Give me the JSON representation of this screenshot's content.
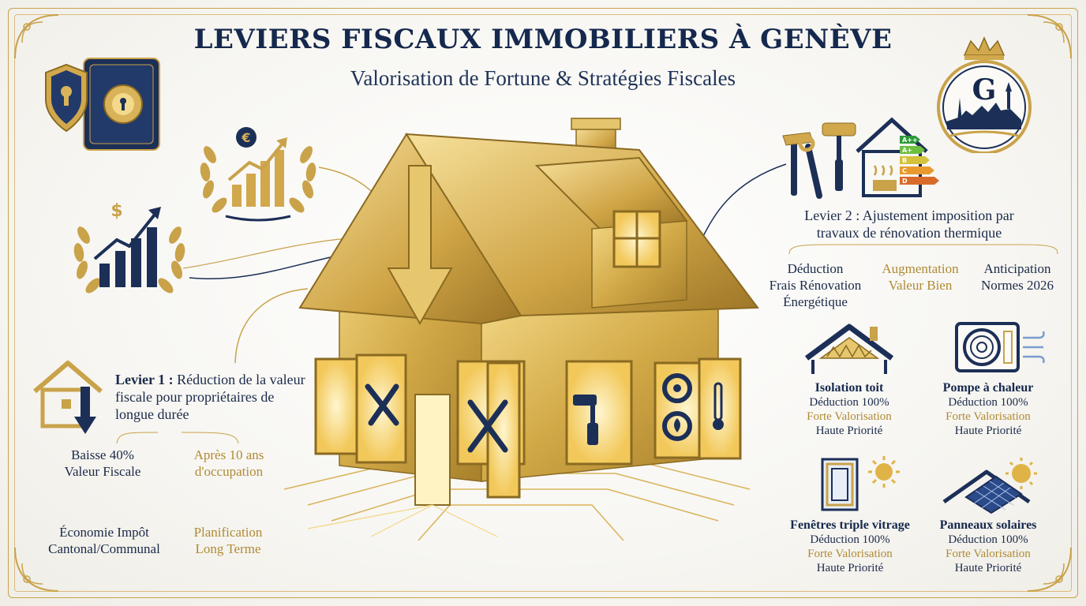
{
  "header": {
    "title": "LEVIERS FISCAUX IMMOBILIERS À GENÈVE",
    "subtitle": "Valorisation de Fortune & Stratégies Fiscales"
  },
  "logo": {
    "letter": "G"
  },
  "energy_label": {
    "grades": [
      "A++",
      "A+",
      "B",
      "C",
      "D"
    ]
  },
  "icons": {
    "euro_symbol": "€",
    "dollar_symbol": "$"
  },
  "levier1": {
    "title_bold": "Levier 1 :",
    "title_rest": "Réduction de la valeur fiscale pour propriétaires de longue durée",
    "points": [
      {
        "line1": "Baisse 40%",
        "line2": "Valeur Fiscale",
        "style": "navy"
      },
      {
        "line1": "Après 10 ans",
        "line2": "d'occupation",
        "style": "gold"
      },
      {
        "line1": "Économie Impôt",
        "line2": "Cantonal/Communal",
        "style": "navy"
      },
      {
        "line1": "Planification",
        "line2": "Long Terme",
        "style": "gold"
      }
    ]
  },
  "levier2": {
    "title_line1": "Levier 2 : Ajustement imposition par",
    "title_line2": "travaux de rénovation thermique",
    "points": [
      {
        "lines": [
          "Déduction",
          "Frais Rénovation",
          "Énergétique"
        ],
        "style": "navy"
      },
      {
        "lines": [
          "Augmentation",
          "Valeur Bien"
        ],
        "style": "gold"
      },
      {
        "lines": [
          "Anticipation",
          "Normes 2026"
        ],
        "style": "navy"
      }
    ]
  },
  "cards": [
    {
      "title": "Isolation toit",
      "deduction": "Déduction 100%",
      "valorisation": "Forte Valorisation",
      "priority": "Haute Priorité",
      "icon": "roof-insulation-icon"
    },
    {
      "title": "Pompe à chaleur",
      "deduction": "Déduction 100%",
      "valorisation": "Forte Valorisation",
      "priority": "Haute Priorité",
      "icon": "heat-pump-icon"
    },
    {
      "title": "Fenêtres triple vitrage",
      "deduction": "Déduction 100%",
      "valorisation": "Forte Valorisation",
      "priority": "Haute Priorité",
      "icon": "triple-window-icon"
    },
    {
      "title": "Panneaux solaires",
      "deduction": "Déduction 100%",
      "valorisation": "Forte Valorisation",
      "priority": "Haute Priorité",
      "icon": "solar-panel-icon"
    }
  ],
  "colors": {
    "navy": "#15284d",
    "gold": "#c9a24a",
    "gold_text": "#b08a34"
  }
}
